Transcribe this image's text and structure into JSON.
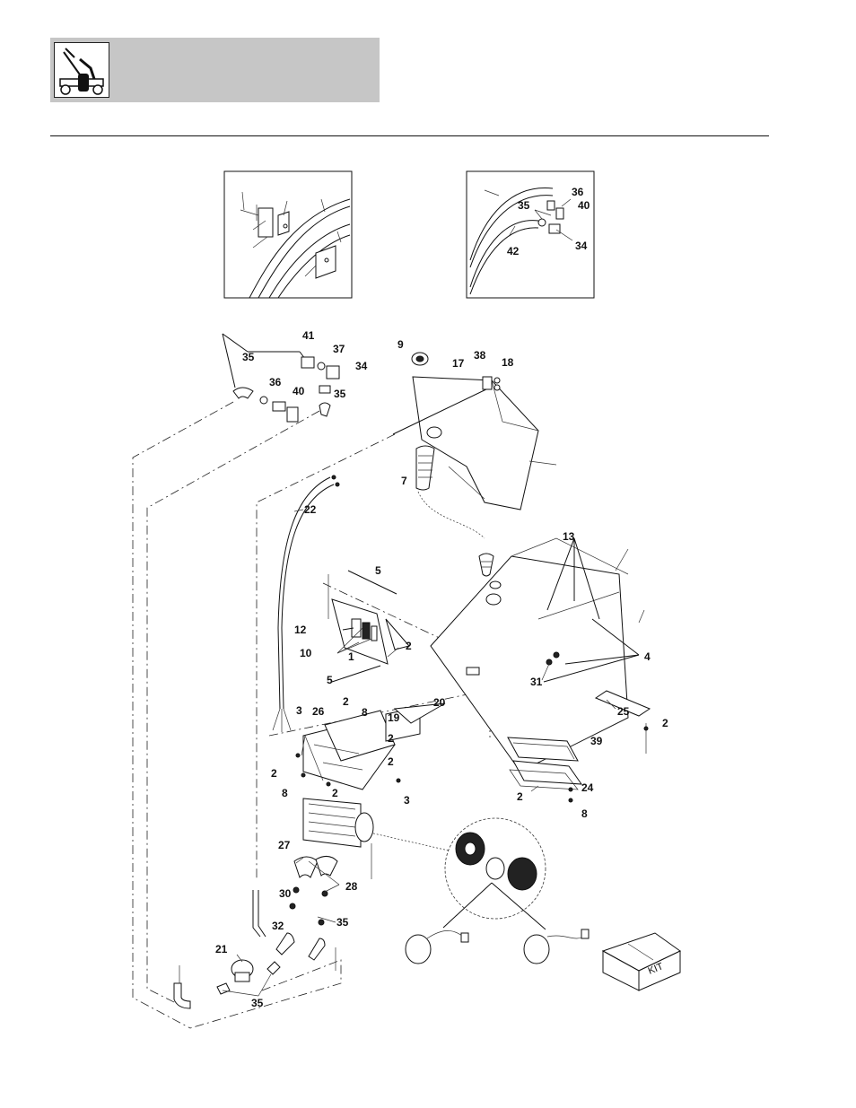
{
  "header": {
    "logo_icon": "skid-steer-loader-icon"
  },
  "inset_left": {
    "callouts": []
  },
  "inset_right": {
    "callouts": [
      "36",
      "35",
      "40",
      "42",
      "34"
    ]
  },
  "main": {
    "callouts": [
      "41",
      "37",
      "35",
      "36",
      "40",
      "34",
      "35",
      "9",
      "17",
      "38",
      "18",
      "7",
      "22",
      "13",
      "5",
      "12",
      "10",
      "1",
      "2",
      "5",
      "31",
      "4",
      "3",
      "2",
      "26",
      "8",
      "19",
      "20",
      "2",
      "25",
      "2",
      "39",
      "2",
      "2",
      "8",
      "2",
      "3",
      "24",
      "2",
      "8",
      "27",
      "28",
      "30",
      "35",
      "32",
      "21",
      "35"
    ],
    "kit_box_label": "KIT"
  }
}
